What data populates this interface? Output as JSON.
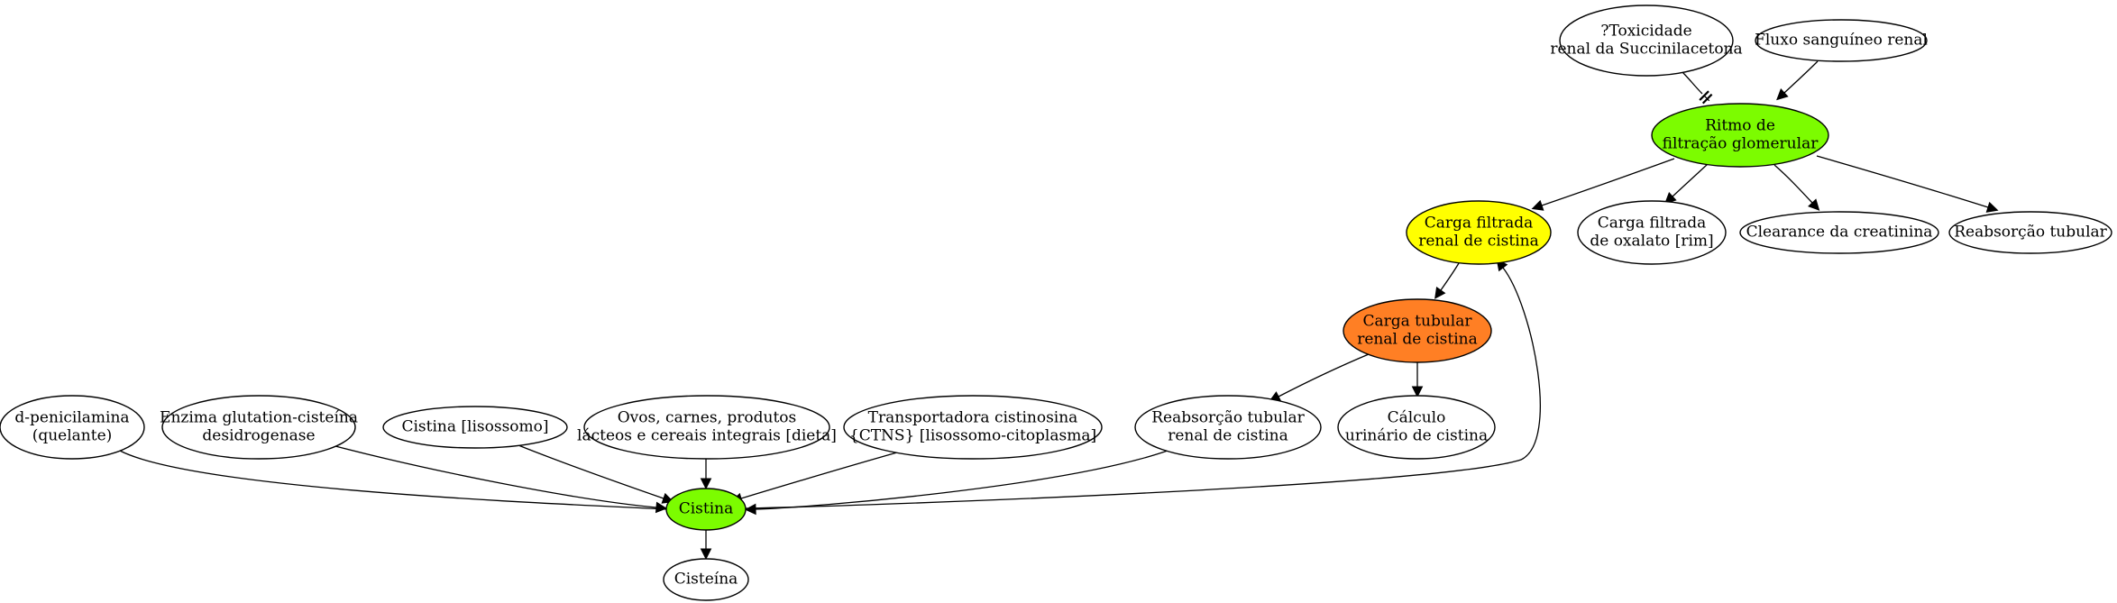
{
  "colors": {
    "green": "#7cfc00",
    "yellow": "#ffff00",
    "orange": "#ff7f24",
    "white": "#ffffff",
    "line": "#000000"
  },
  "nodes": [
    {
      "id": "toxicidade",
      "lines": [
        "?Toxicidade",
        "renal da Succinilacetona"
      ],
      "fill": "white"
    },
    {
      "id": "fluxo",
      "lines": [
        "Fluxo sanguíneo renal"
      ],
      "fill": "white"
    },
    {
      "id": "ritmo",
      "lines": [
        "Ritmo de",
        "filtração glomerular"
      ],
      "fill": "green"
    },
    {
      "id": "carga-filtrada-cistina",
      "lines": [
        "Carga filtrada",
        "renal de cistina"
      ],
      "fill": "yellow"
    },
    {
      "id": "carga-filtrada-oxalato",
      "lines": [
        "Carga filtrada",
        "de oxalato [rim]"
      ],
      "fill": "white"
    },
    {
      "id": "clearance",
      "lines": [
        "Clearance da creatinina"
      ],
      "fill": "white"
    },
    {
      "id": "reabsorcao",
      "lines": [
        "Reabsorção tubular"
      ],
      "fill": "white"
    },
    {
      "id": "carga-tubular",
      "lines": [
        "Carga tubular",
        "renal de cistina"
      ],
      "fill": "orange"
    },
    {
      "id": "reabsorcao-cistina",
      "lines": [
        "Reabsorção tubular",
        "renal de cistina"
      ],
      "fill": "white"
    },
    {
      "id": "calculo",
      "lines": [
        "Cálculo",
        "urinário de cistina"
      ],
      "fill": "white"
    },
    {
      "id": "penicilamina",
      "lines": [
        "d-penicilamina",
        "(quelante)"
      ],
      "fill": "white"
    },
    {
      "id": "enzima",
      "lines": [
        "Enzima glutation-cisteína",
        "desidrogenase"
      ],
      "fill": "white"
    },
    {
      "id": "cistina-lisossomo",
      "lines": [
        "Cistina [lisossomo]"
      ],
      "fill": "white"
    },
    {
      "id": "dieta",
      "lines": [
        "Ovos, carnes, produtos",
        "lácteos e cereais integrais [dieta]"
      ],
      "fill": "white"
    },
    {
      "id": "ctns",
      "lines": [
        "Transportadora cistinosina",
        "{CTNS} [lisossomo-citoplasma]"
      ],
      "fill": "white"
    },
    {
      "id": "cistina",
      "lines": [
        "Cistina"
      ],
      "fill": "green"
    },
    {
      "id": "cisteina",
      "lines": [
        "Cisteína"
      ],
      "fill": "white"
    }
  ],
  "edges": [
    {
      "from": "toxicidade",
      "to": "ritmo",
      "head": "tee"
    },
    {
      "from": "fluxo",
      "to": "ritmo",
      "head": "arrow"
    },
    {
      "from": "ritmo",
      "to": "carga-filtrada-cistina",
      "head": "arrow"
    },
    {
      "from": "ritmo",
      "to": "carga-filtrada-oxalato",
      "head": "arrow"
    },
    {
      "from": "ritmo",
      "to": "clearance",
      "head": "arrow"
    },
    {
      "from": "ritmo",
      "to": "reabsorcao",
      "head": "arrow"
    },
    {
      "from": "carga-filtrada-cistina",
      "to": "carga-tubular",
      "head": "arrow"
    },
    {
      "from": "carga-tubular",
      "to": "reabsorcao-cistina",
      "head": "arrow"
    },
    {
      "from": "carga-tubular",
      "to": "calculo",
      "head": "arrow"
    },
    {
      "from": "cistina",
      "to": "carga-filtrada-cistina",
      "head": "arrow"
    },
    {
      "from": "penicilamina",
      "to": "cistina",
      "head": "tee"
    },
    {
      "from": "enzima",
      "to": "cistina",
      "head": "arrow"
    },
    {
      "from": "cistina-lisossomo",
      "to": "cistina",
      "head": "arrow"
    },
    {
      "from": "dieta",
      "to": "cistina",
      "head": "arrow"
    },
    {
      "from": "ctns",
      "to": "cistina",
      "head": "arrow"
    },
    {
      "from": "reabsorcao-cistina",
      "to": "cistina",
      "head": "arrow"
    },
    {
      "from": "cistina",
      "to": "cisteina",
      "head": "arrow"
    }
  ]
}
